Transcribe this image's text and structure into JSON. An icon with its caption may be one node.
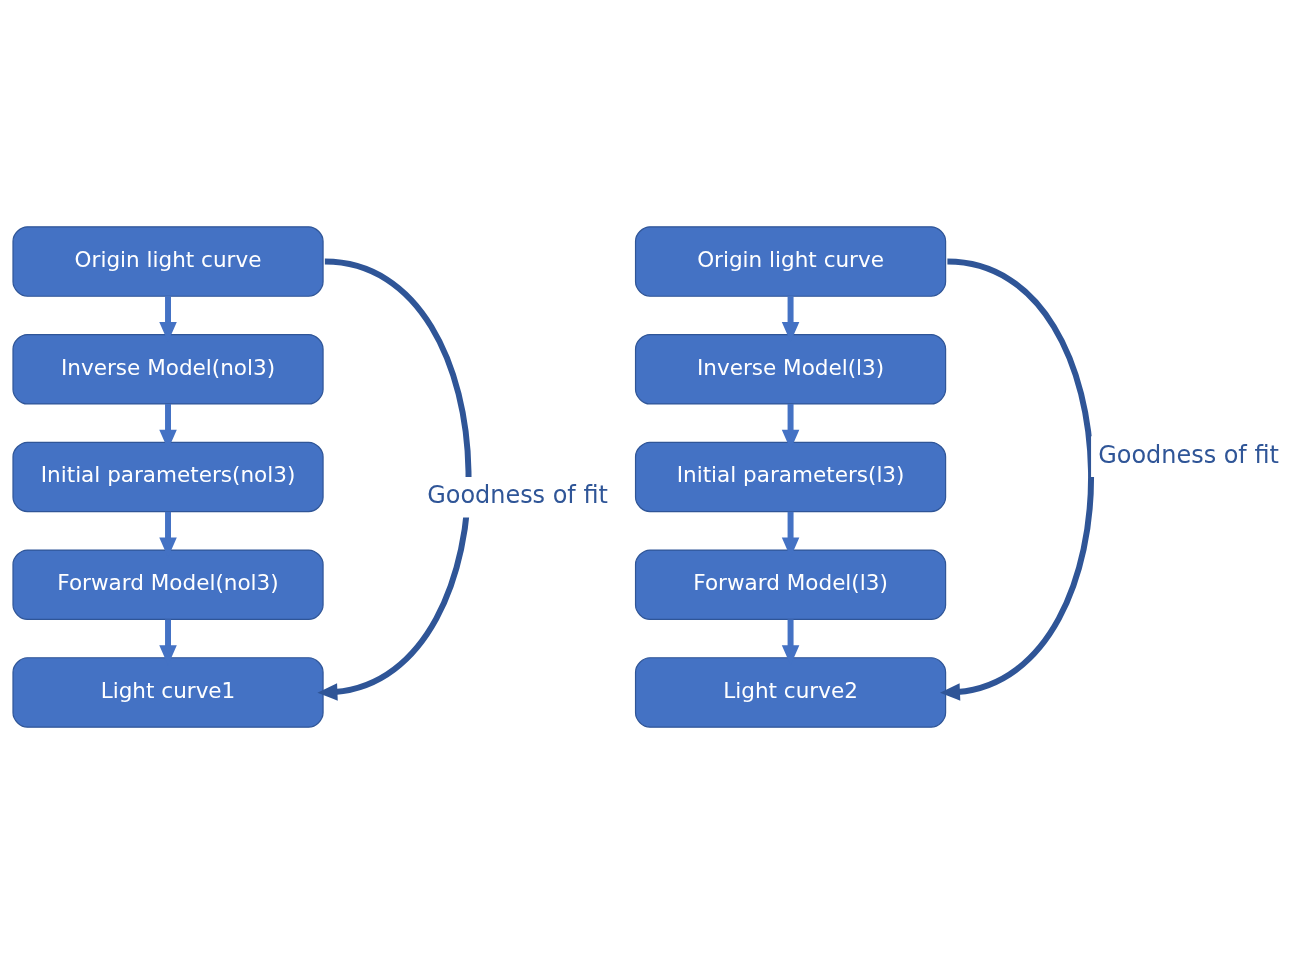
{
  "diagram": {
    "nodes": [
      {
        "text": [
          "Origin light curve"
        ]
      },
      {
        "text": [
          "Inverse Model(nol3)"
        ]
      },
      {
        "text": [
          "Initial parameters(nol3)"
        ]
      },
      {
        "text": [
          "Forward Model(nol3)"
        ]
      },
      {
        "text": [
          "Light curve1"
        ]
      },
      {
        "text": [
          "Origin light curve"
        ]
      },
      {
        "text": [
          "Inverse Model(l3)"
        ]
      },
      {
        "text": [
          "Initial parameters(l3)"
        ]
      },
      {
        "text": [
          "Forward Model(l3)"
        ]
      },
      {
        "text": [
          "Light curve2"
        ]
      }
    ],
    "edges": [
      {
        "from": 0,
        "to": 1,
        "arrow": "to"
      },
      {
        "from": 1,
        "to": 2,
        "arrow": "to"
      },
      {
        "from": 2,
        "to": 3,
        "arrow": "to"
      },
      {
        "from": 3,
        "to": 4,
        "arrow": "to"
      },
      {
        "from": 0,
        "to": 4,
        "arrow": "to",
        "label": "Goodness of fit"
      },
      {
        "from": 5,
        "to": 6,
        "arrow": "to"
      },
      {
        "from": 6,
        "to": 7,
        "arrow": "to"
      },
      {
        "from": 7,
        "to": 8,
        "arrow": "to"
      },
      {
        "from": 8,
        "to": 9,
        "arrow": "to"
      },
      {
        "from": 5,
        "to": 9,
        "arrow": "to",
        "label": "Goodness of fit"
      }
    ]
  }
}
